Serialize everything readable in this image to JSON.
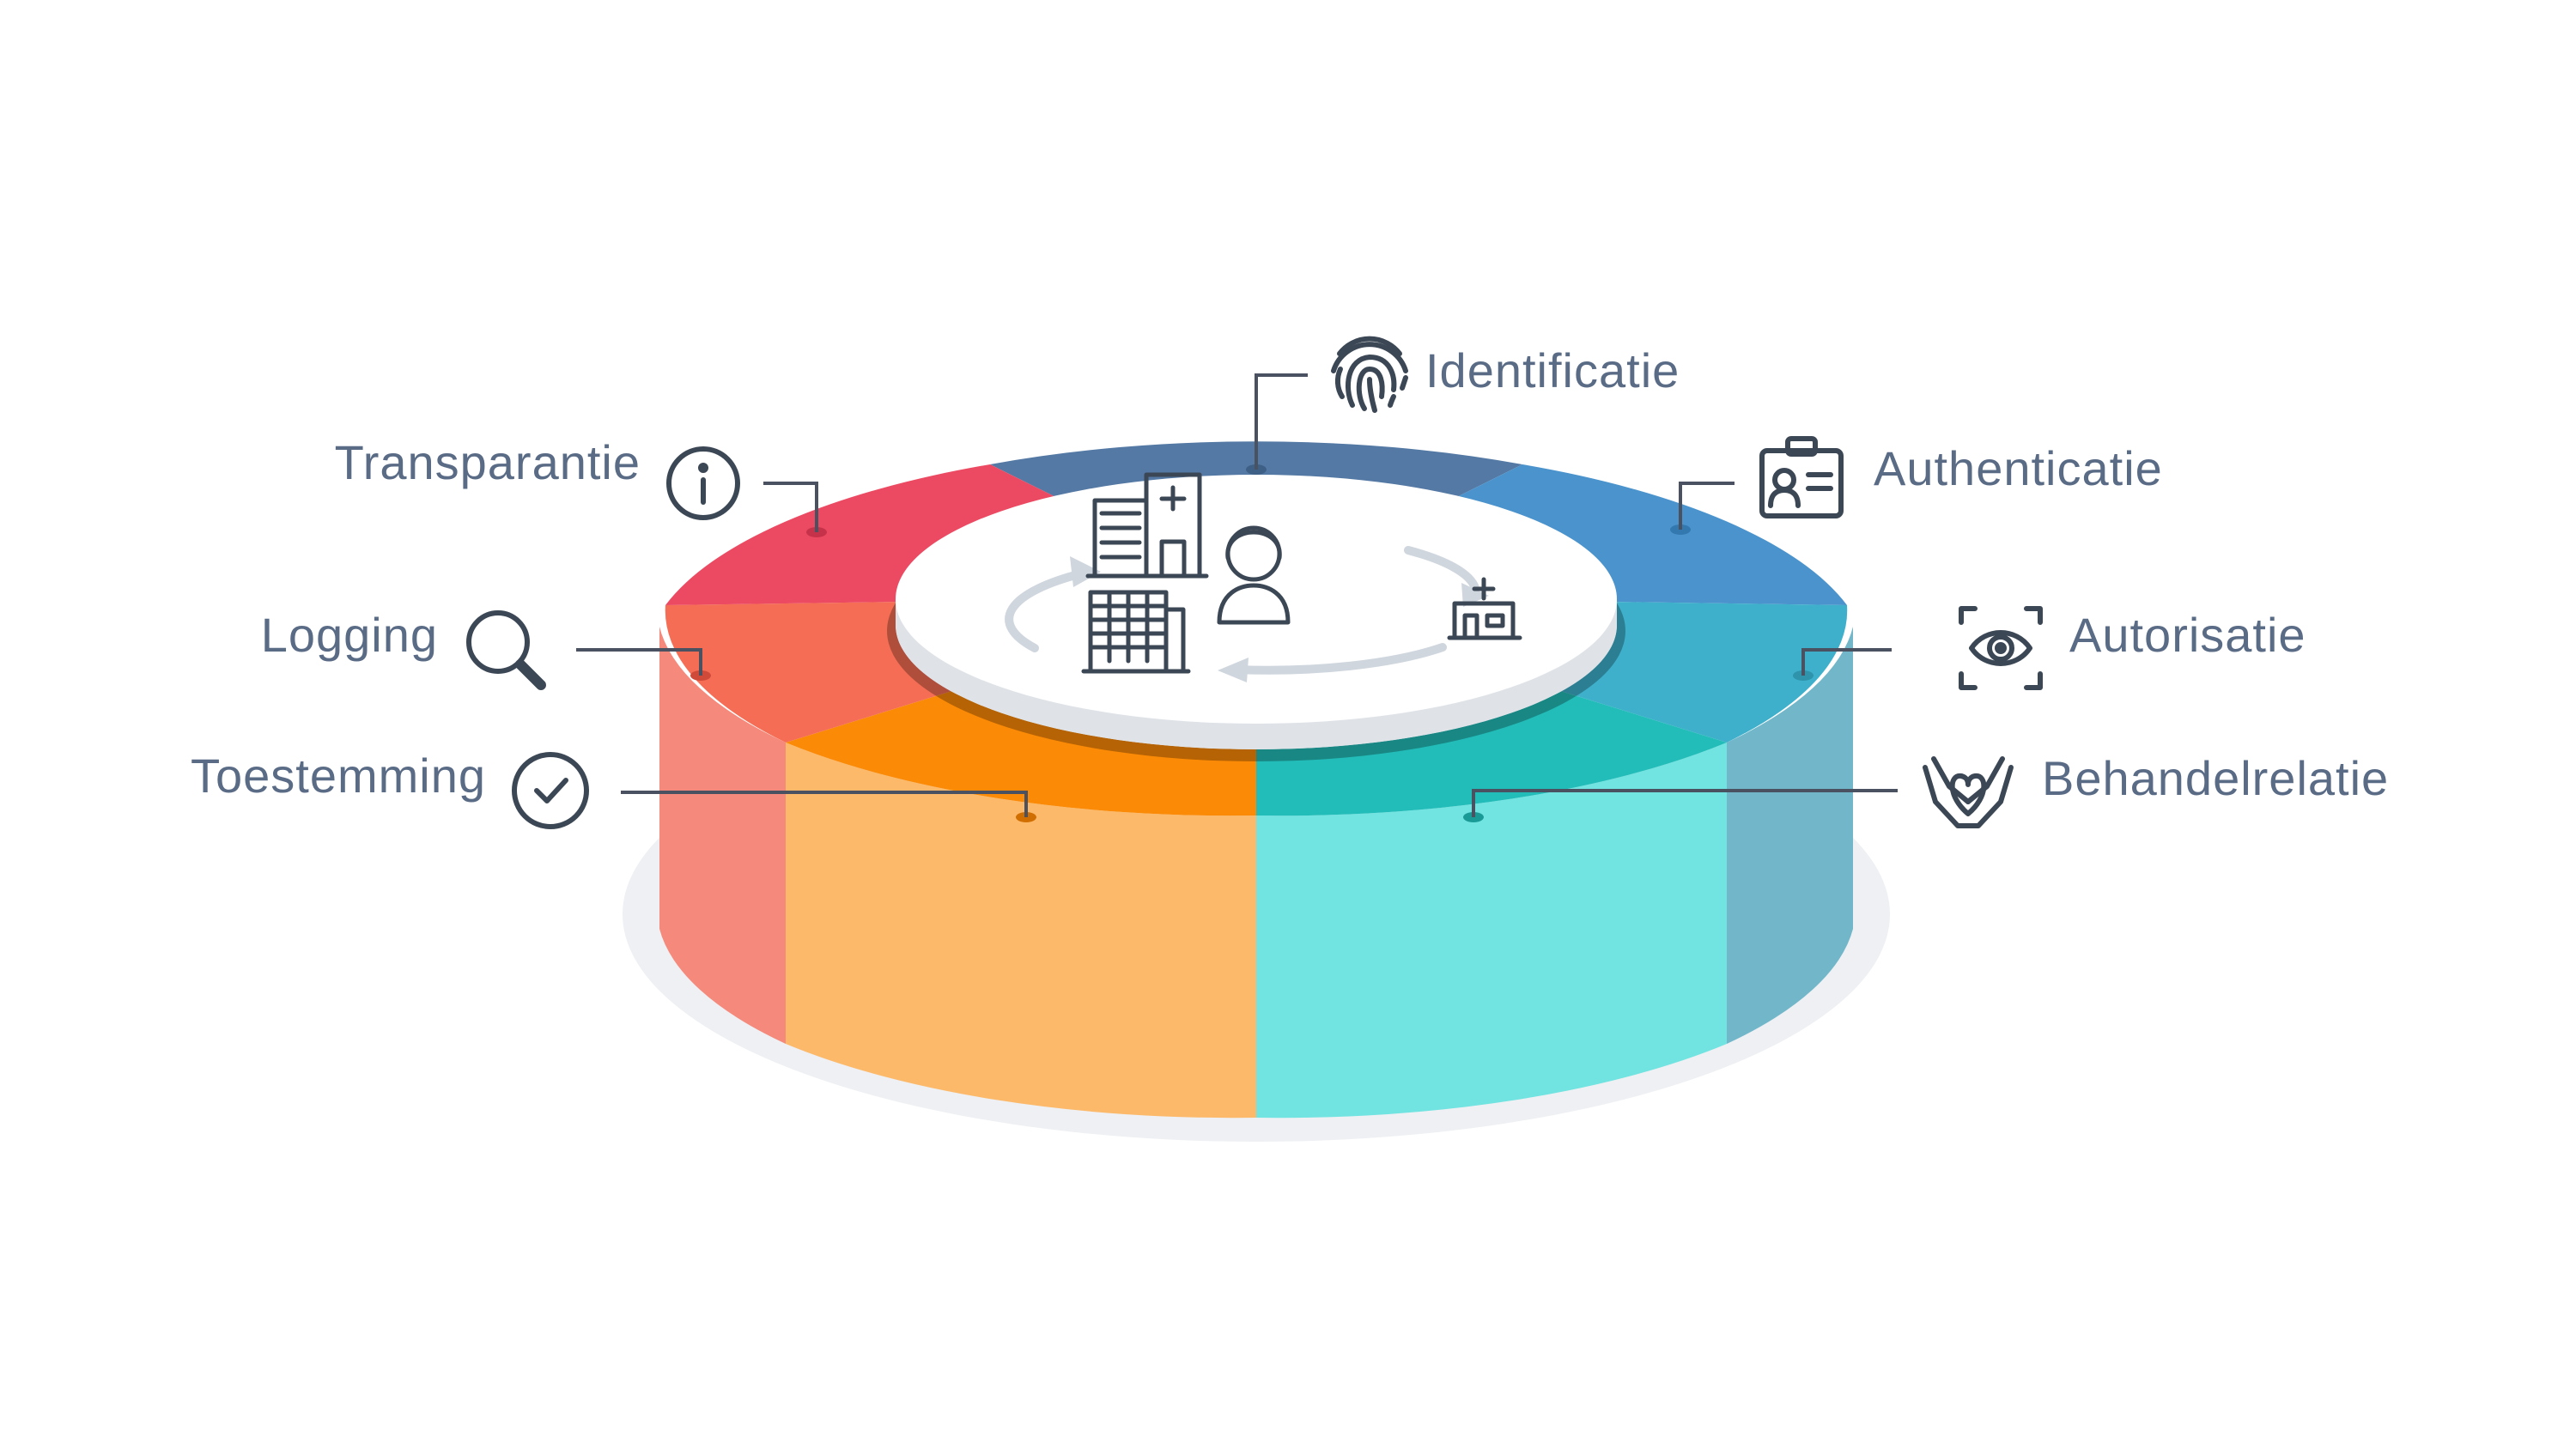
{
  "labels": {
    "identificatie": "Identificatie",
    "authenticatie": "Authenticatie",
    "autorisatie": "Autorisatie",
    "behandelrelatie": "Behandelrelatie",
    "transparantie": "Transparantie",
    "logging": "Logging",
    "toestemming": "Toestemming"
  },
  "icons": {
    "identificatie": "fingerprint-icon",
    "authenticatie": "id-card-icon",
    "autorisatie": "eye-scan-icon",
    "behandelrelatie": "hands-heart-icon",
    "transparantie": "info-icon",
    "logging": "search-icon",
    "toestemming": "check-circle-icon"
  },
  "colors": {
    "identificatie": "#5479a4",
    "authenticatie": "#4b93cc",
    "autorisatie": "#3eb0cb",
    "behandelrelatie": "#23bdb9",
    "toestemming": "#fb8a06",
    "logging": "#f46d54",
    "transparantie": "#ec4a62",
    "side_orange": "#fdb96a",
    "side_teal": "#71e3e0",
    "side_red": "#f5897b",
    "side_blue": "#72b6c9",
    "text": "#5a6b86"
  }
}
